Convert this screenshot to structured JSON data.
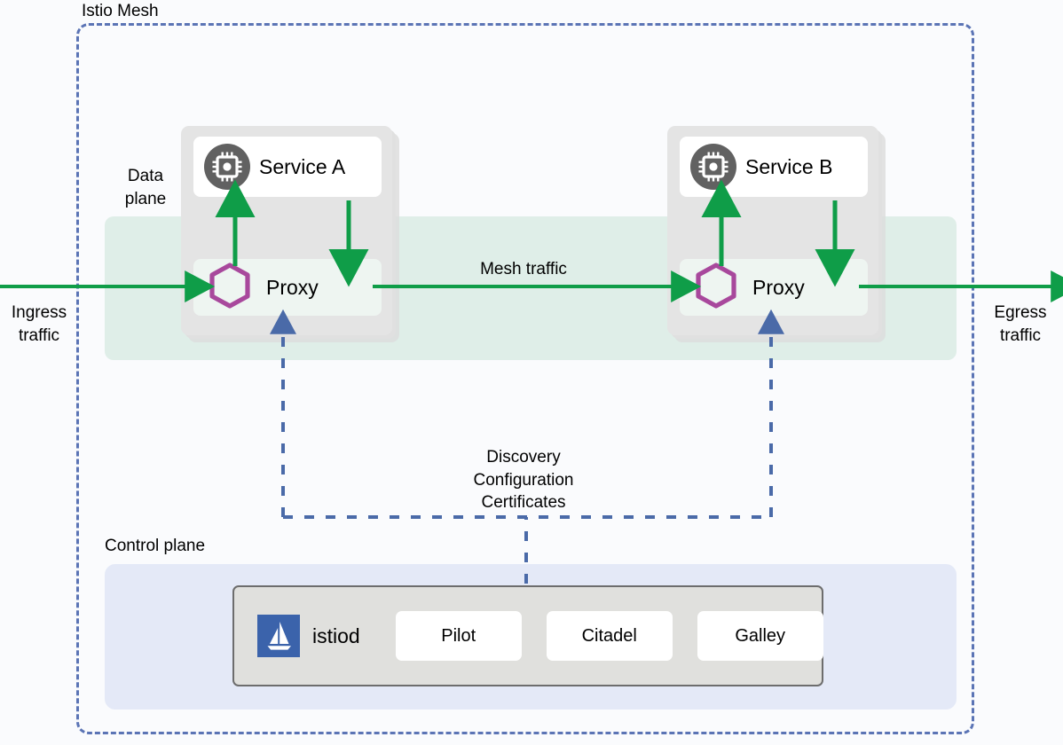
{
  "diagram": {
    "title": "Istio Mesh",
    "mesh_label": "Istio Mesh",
    "data_plane_label": "Data\nplane",
    "data_plane_label_line1": "Data",
    "data_plane_label_line2": "plane",
    "control_plane_label": "Control plane",
    "ingress_label_line1": "Ingress",
    "ingress_label_line2": "traffic",
    "egress_label_line1": "Egress",
    "egress_label_line2": "traffic",
    "mesh_traffic_label": "Mesh traffic",
    "control_channel_lines": [
      "Discovery",
      "Configuration",
      "Certificates"
    ],
    "colors": {
      "mesh_border": "#5b74b5",
      "data_plane_band": "#dfeee8",
      "control_plane_panel": "#e4e9f7",
      "pod_background": "#e4e4e4",
      "traffic_arrow": "#0f9d48",
      "control_arrow": "#4a6aa8",
      "proxy_hexagon": "#a8489c",
      "service_icon_circle": "#616161",
      "istiod_logo_background": "#3b63ab",
      "istiod_box_background": "#e0e0dd",
      "page_background": "#fafbfd"
    }
  },
  "pods": [
    {
      "id": "pod-a",
      "service": {
        "name": "Service A",
        "icon": "microchip-icon"
      },
      "proxy": {
        "name": "Proxy",
        "icon": "envoy-hexagon-icon"
      }
    },
    {
      "id": "pod-b",
      "service": {
        "name": "Service B",
        "icon": "microchip-icon"
      },
      "proxy": {
        "name": "Proxy",
        "icon": "envoy-hexagon-icon"
      }
    }
  ],
  "control_plane": {
    "istiod": {
      "name": "istiod",
      "logo": "istio-sailboat-logo"
    },
    "components": [
      {
        "label": "Pilot"
      },
      {
        "label": "Citadel"
      },
      {
        "label": "Galley"
      }
    ]
  }
}
